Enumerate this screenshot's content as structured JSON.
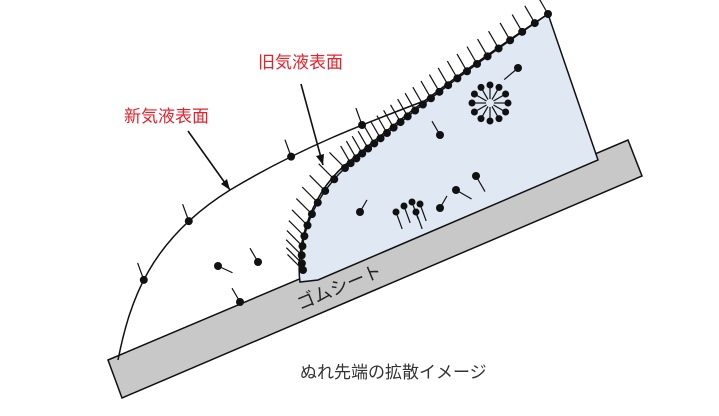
{
  "labels": {
    "new_surface": "新気液表面",
    "old_surface": "旧気液表面",
    "sheet": "ゴムシート",
    "caption": "ぬれ先端の拡散イメージ"
  },
  "colors": {
    "label_red": "#e8202a",
    "liquid_fill": "#dfe8f3",
    "sheet_fill": "#c8c8c8",
    "stroke": "#111111"
  }
}
